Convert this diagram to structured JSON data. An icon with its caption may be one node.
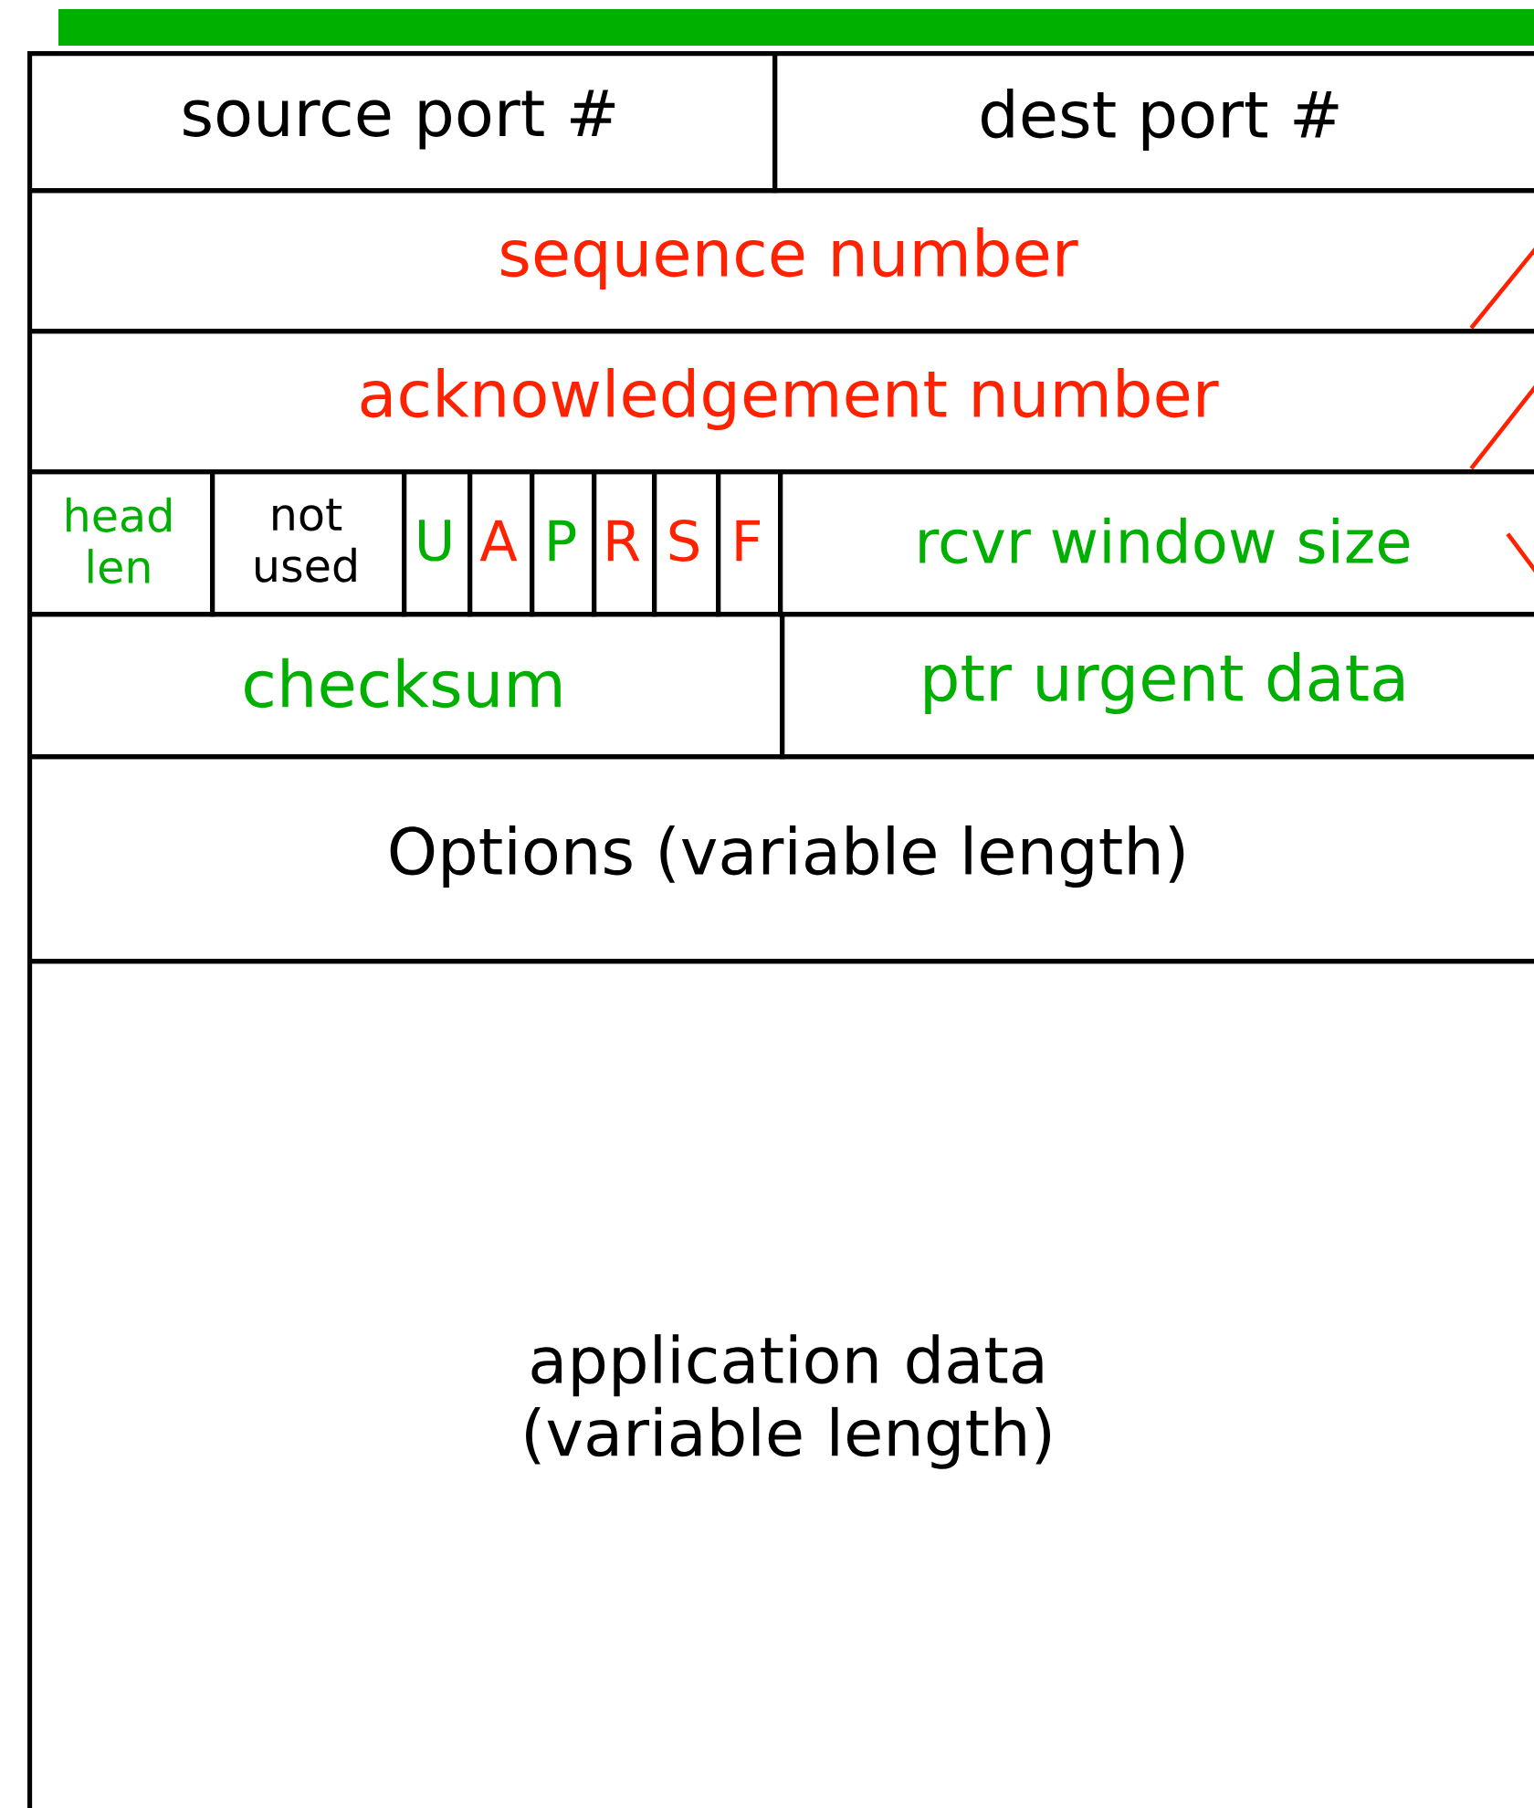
{
  "diagram": {
    "nodes": [
      {
        "text": [
          "source port #"
        ]
      },
      {
        "text": [
          "dest port #"
        ]
      },
      {
        "text": [
          "sequence number"
        ]
      },
      {
        "text": [
          "acknowledgement number"
        ]
      },
      {
        "text": [
          "head len"
        ]
      },
      {
        "text": [
          "not used"
        ]
      },
      {
        "text": [
          "U"
        ]
      },
      {
        "text": [
          "A"
        ]
      },
      {
        "text": [
          "P"
        ]
      },
      {
        "text": [
          "R"
        ]
      },
      {
        "text": [
          "S"
        ]
      },
      {
        "text": [
          "F"
        ]
      },
      {
        "text": [
          "rcvr window size"
        ]
      },
      {
        "text": [
          "checksum"
        ]
      },
      {
        "text": [
          "ptr urgent data"
        ]
      },
      {
        "text": [
          "Options (variable length)"
        ]
      },
      {
        "text": [
          "application data (variable length)"
        ]
      }
    ],
    "edges": [
      {
        "from": 2,
        "to": null,
        "arrow": "none"
      },
      {
        "from": 3,
        "to": null,
        "arrow": "none"
      },
      {
        "from": 12,
        "to": null,
        "arrow": "none"
      }
    ]
  }
}
